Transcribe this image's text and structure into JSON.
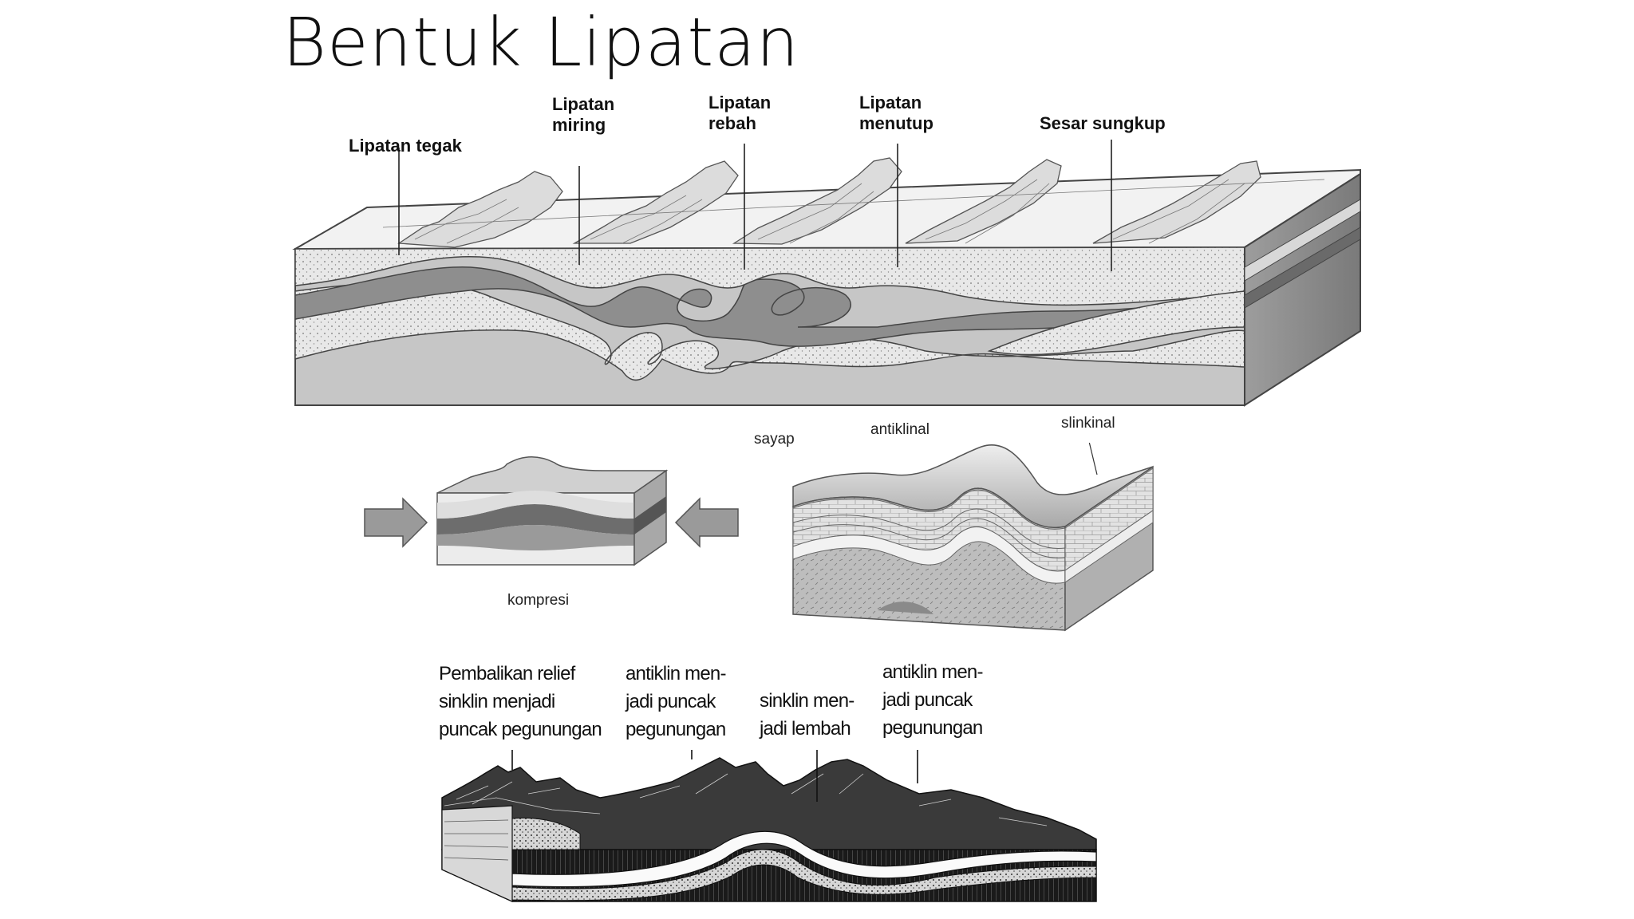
{
  "title": "Bentuk Lipatan",
  "top_diagram": {
    "labels": [
      {
        "id": "lipatan-tegak",
        "lines": [
          "Lipatan tegak"
        ]
      },
      {
        "id": "lipatan-miring",
        "lines": [
          "Lipatan",
          "miring"
        ]
      },
      {
        "id": "lipatan-rebah",
        "lines": [
          "Lipatan",
          "rebah"
        ]
      },
      {
        "id": "lipatan-menutup",
        "lines": [
          "Lipatan",
          "menutup"
        ]
      },
      {
        "id": "sesar-sungkup",
        "lines": [
          "Sesar sungkup"
        ]
      }
    ]
  },
  "compression_diagram": {
    "label": "kompresi"
  },
  "fold_block_diagram": {
    "labels": {
      "sayap": "sayap",
      "antiklinal": "antiklinal",
      "sinklinal": "slinkinal"
    }
  },
  "bottom_diagram": {
    "labels": [
      {
        "id": "pembalikan-relief",
        "lines": [
          "Pembalikan relief",
          "sinklin menjadi",
          "puncak pegunungan"
        ]
      },
      {
        "id": "antiklin-1",
        "lines": [
          "antiklin men-",
          "jadi puncak",
          "pegunungan"
        ]
      },
      {
        "id": "sinklin-lembah",
        "lines": [
          "sinklin men-",
          "jadi lembah"
        ]
      },
      {
        "id": "antiklin-2",
        "lines": [
          "antiklin men-",
          "jadi puncak",
          "pegunungan"
        ]
      }
    ]
  },
  "colors": {
    "dark_layer": "#8c8c8c",
    "light_layer": "#e6e6e6",
    "base_layer": "#c4c4c4",
    "top_surface": "#f0f0f0"
  }
}
